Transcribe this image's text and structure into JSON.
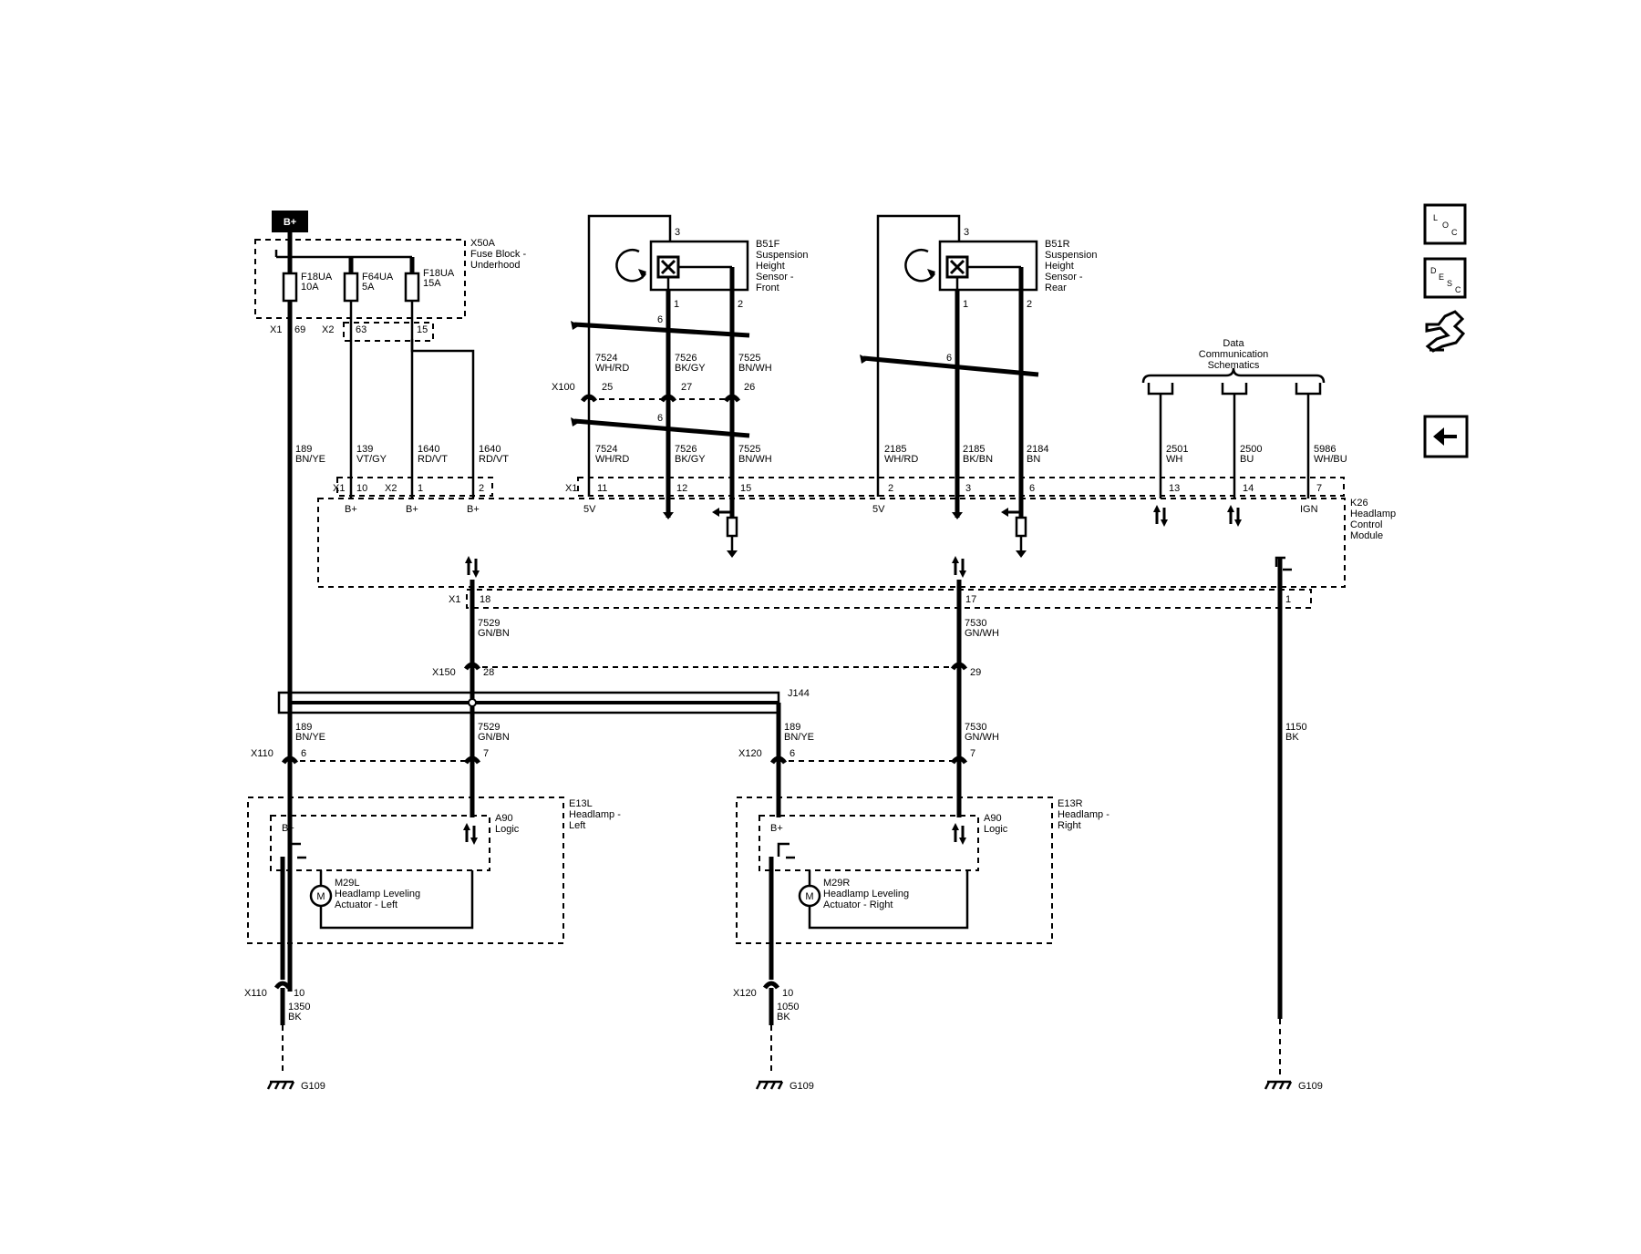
{
  "battery": {
    "label": "B+"
  },
  "fuse_block": {
    "ref": "X50A",
    "name": [
      "Fuse Block -",
      "Underhood"
    ],
    "fuses": [
      {
        "id": "F18UA",
        "rating": "10A"
      },
      {
        "id": "F64UA",
        "rating": "5A"
      },
      {
        "id": "F18UA",
        "rating": "15A"
      }
    ],
    "conn_x1": "X1",
    "conn_x2": "X2",
    "pins": [
      "69",
      "63",
      "15"
    ]
  },
  "sensor_front": {
    "ref": "B51F",
    "name": [
      "Suspension",
      "Height",
      "Sensor -",
      "Front"
    ],
    "pins": [
      "3",
      "1",
      "2",
      "6"
    ]
  },
  "sensor_rear": {
    "ref": "B51R",
    "name": [
      "Suspension",
      "Height",
      "Sensor -",
      "Rear"
    ],
    "pins": [
      "3",
      "1",
      "2",
      "6"
    ]
  },
  "data_comm": {
    "title": [
      "Data",
      "Communication",
      "Schematics"
    ]
  },
  "front_wires_upper": [
    {
      "circuit": "7524",
      "color": "WH/RD"
    },
    {
      "circuit": "7526",
      "color": "BK/GY"
    },
    {
      "circuit": "7525",
      "color": "BN/WH"
    }
  ],
  "x100": {
    "ref": "X100",
    "pins": [
      "25",
      "27",
      "26"
    ],
    "shield": "6"
  },
  "wires_lower": [
    {
      "circuit": "189",
      "color": "BN/YE"
    },
    {
      "circuit": "139",
      "color": "VT/GY"
    },
    {
      "circuit": "1640",
      "color": "RD/VT"
    },
    {
      "circuit": "1640",
      "color": "RD/VT"
    },
    {
      "circuit": "7524",
      "color": "WH/RD"
    },
    {
      "circuit": "7526",
      "color": "BK/GY"
    },
    {
      "circuit": "7525",
      "color": "BN/WH"
    },
    {
      "circuit": "2185",
      "color": "WH/RD"
    },
    {
      "circuit": "2185",
      "color": "BK/BN"
    },
    {
      "circuit": "2184",
      "color": "BN"
    },
    {
      "circuit": "2501",
      "color": "WH"
    },
    {
      "circuit": "2500",
      "color": "BU"
    },
    {
      "circuit": "5986",
      "color": "WH/BU"
    }
  ],
  "module": {
    "ref": "K26",
    "name": [
      "Headlamp",
      "Control",
      "Module"
    ],
    "x1": "X1",
    "x2": "X2",
    "pins_top": [
      "10",
      "1",
      "2",
      "11",
      "12",
      "15",
      "2",
      "3",
      "6",
      "13",
      "14",
      "7"
    ],
    "pin_labels": [
      "B+",
      "B+",
      "B+",
      "5V",
      "5V",
      "IGN"
    ],
    "pins_bottom": [
      "18",
      "17",
      "1"
    ]
  },
  "mid_wires": [
    {
      "circuit": "7529",
      "color": "GN/BN"
    },
    {
      "circuit": "7530",
      "color": "GN/WH"
    }
  ],
  "x150": {
    "ref": "X150",
    "pins": [
      "28",
      "29"
    ]
  },
  "splice": {
    "ref": "J144"
  },
  "wires_head": [
    {
      "circuit": "189",
      "color": "BN/YE"
    },
    {
      "circuit": "7529",
      "color": "GN/BN"
    },
    {
      "circuit": "189",
      "color": "BN/YE"
    },
    {
      "circuit": "7530",
      "color": "GN/WH"
    }
  ],
  "ground_wire_module": {
    "circuit": "1150",
    "color": "BK"
  },
  "x110": {
    "ref": "X110",
    "pins": [
      "6",
      "7"
    ],
    "ground_pin": "10"
  },
  "x120": {
    "ref": "X120",
    "pins": [
      "6",
      "7"
    ],
    "ground_pin": "10"
  },
  "headlamp_left": {
    "ref": "E13L",
    "name": [
      "Headlamp -",
      "Left"
    ],
    "logic_ref": "A90",
    "logic_name": "Logic",
    "bplus": "B+",
    "motor": "M",
    "actuator_ref": "M29L",
    "actuator_name": [
      "Headlamp Leveling",
      "Actuator - Left"
    ]
  },
  "headlamp_right": {
    "ref": "E13R",
    "name": [
      "Headlamp -",
      "Right"
    ],
    "logic_ref": "A90",
    "logic_name": "Logic",
    "bplus": "B+",
    "motor": "M",
    "actuator_ref": "M29R",
    "actuator_name": [
      "Headlamp Leveling",
      "Actuator - Right"
    ]
  },
  "ground_wires": [
    {
      "circuit": "1350",
      "color": "BK"
    },
    {
      "circuit": "1050",
      "color": "BK"
    }
  ],
  "grounds": [
    "G109",
    "G109",
    "G109"
  ],
  "nav": {
    "loc": [
      "L",
      "O",
      "C"
    ],
    "desc": [
      "D",
      "E",
      "S",
      "C"
    ]
  }
}
